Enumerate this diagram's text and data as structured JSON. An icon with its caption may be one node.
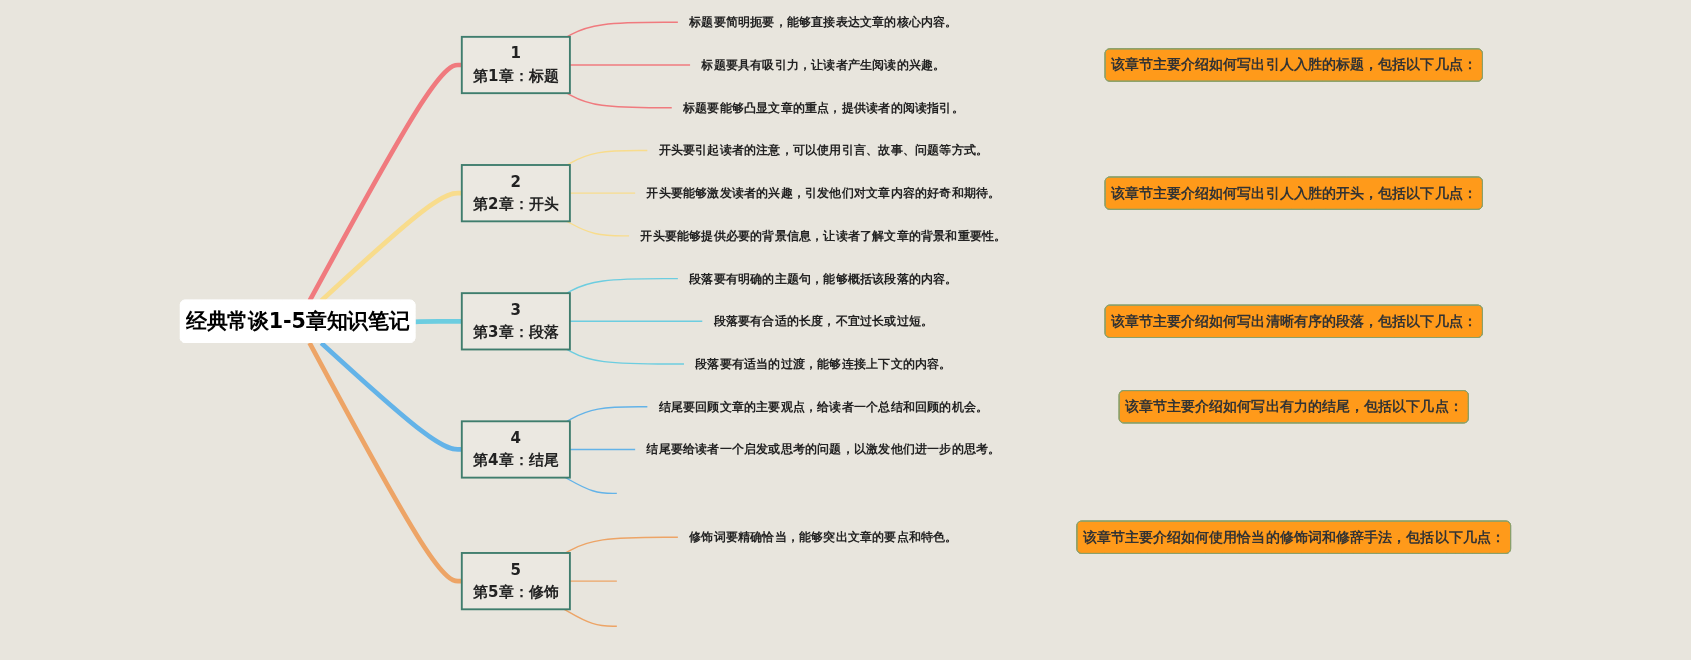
{
  "diagram": {
    "nodes": [
      {
        "text": [
          "经典常谈1-5章知识笔记"
        ]
      },
      {
        "text": [
          "1",
          "第1章：标题"
        ]
      },
      {
        "text": [
          "标题要简明扼要，能够直接表达文章的核心内容。"
        ]
      },
      {
        "text": [
          "标题要具有吸引力，让读者产生阅读的兴趣。"
        ]
      },
      {
        "text": [
          "标题要能够凸显文章的重点，提供读者的阅读指引。"
        ]
      },
      {
        "text": [
          "该章节主要介绍如何写出引人入胜的标题，包括以下几点："
        ]
      },
      {
        "text": [
          "2",
          "第2章：开头"
        ]
      },
      {
        "text": [
          "开头要引起读者的注意，可以使用引言、故事、问题等方式。"
        ]
      },
      {
        "text": [
          "开头要能够激发读者的兴趣，引发他们对文章内容的好奇和期待。"
        ]
      },
      {
        "text": [
          "开头要能够提供必要的背景信息，让读者了解文章的背景和重要性。"
        ]
      },
      {
        "text": [
          "该章节主要介绍如何写出引人入胜的开头，包括以下几点："
        ]
      },
      {
        "text": [
          "3",
          "第3章：段落"
        ]
      },
      {
        "text": [
          "段落要有明确的主题句，能够概括该段落的内容。"
        ]
      },
      {
        "text": [
          "段落要有合适的长度，不宜过长或过短。"
        ]
      },
      {
        "text": [
          "段落要有适当的过渡，能够连接上下文的内容。"
        ]
      },
      {
        "text": [
          "该章节主要介绍如何写出清晰有序的段落，包括以下几点："
        ]
      },
      {
        "text": [
          "4",
          "第4章：结尾"
        ]
      },
      {
        "text": [
          "结尾要回顾文章的主要观点，给读者一个总结和回顾的机会。"
        ]
      },
      {
        "text": [
          "结尾要给读者一个启发或思考的问题，以激发他们进一步的思考。"
        ]
      },
      {
        "text": [
          "该章节主要介绍如何写出有力的结尾，包括以下几点："
        ]
      },
      {
        "text": [
          "5",
          "第5章：修饰"
        ]
      },
      {
        "text": [
          "修饰词要精确恰当，能够突出文章的要点和特色。"
        ]
      },
      {
        "text": [
          "该章节主要介绍如何使用恰当的修饰词和修辞手法，包括以下几点："
        ]
      }
    ],
    "edges": [
      {
        "from": 0,
        "to": 1,
        "arrow": "none",
        "style": "thick",
        "color": "#f07a7e"
      },
      {
        "from": 0,
        "to": 6,
        "arrow": "none",
        "style": "thick",
        "color": "#f8dc8c"
      },
      {
        "from": 0,
        "to": 11,
        "arrow": "none",
        "style": "thick",
        "color": "#6ccde0"
      },
      {
        "from": 0,
        "to": 16,
        "arrow": "none",
        "style": "thick",
        "color": "#63b3e8"
      },
      {
        "from": 0,
        "to": 20,
        "arrow": "none",
        "style": "thick",
        "color": "#eda466"
      },
      {
        "from": 1,
        "to": 2,
        "arrow": "none",
        "color": "#f07a7e"
      },
      {
        "from": 1,
        "to": 3,
        "arrow": "none",
        "color": "#f07a7e"
      },
      {
        "from": 1,
        "to": 4,
        "arrow": "none",
        "color": "#f07a7e"
      },
      {
        "from": 6,
        "to": 7,
        "arrow": "none",
        "color": "#f8dc8c"
      },
      {
        "from": 6,
        "to": 8,
        "arrow": "none",
        "color": "#f8dc8c"
      },
      {
        "from": 6,
        "to": 9,
        "arrow": "none",
        "color": "#f8dc8c"
      },
      {
        "from": 11,
        "to": 12,
        "arrow": "none",
        "color": "#6ccde0"
      },
      {
        "from": 11,
        "to": 13,
        "arrow": "none",
        "color": "#6ccde0"
      },
      {
        "from": 11,
        "to": 14,
        "arrow": "none",
        "color": "#6ccde0"
      },
      {
        "from": 16,
        "to": 17,
        "arrow": "none",
        "color": "#63b3e8"
      },
      {
        "from": 16,
        "to": 18,
        "arrow": "none",
        "color": "#63b3e8"
      },
      {
        "from": 16,
        "to": null,
        "arrow": "none",
        "color": "#63b3e8"
      },
      {
        "from": 20,
        "to": 21,
        "arrow": "none",
        "color": "#eda466"
      },
      {
        "from": 20,
        "to": null,
        "arrow": "none",
        "color": "#eda466"
      },
      {
        "from": 20,
        "to": null,
        "arrow": "none",
        "color": "#eda466"
      }
    ]
  }
}
